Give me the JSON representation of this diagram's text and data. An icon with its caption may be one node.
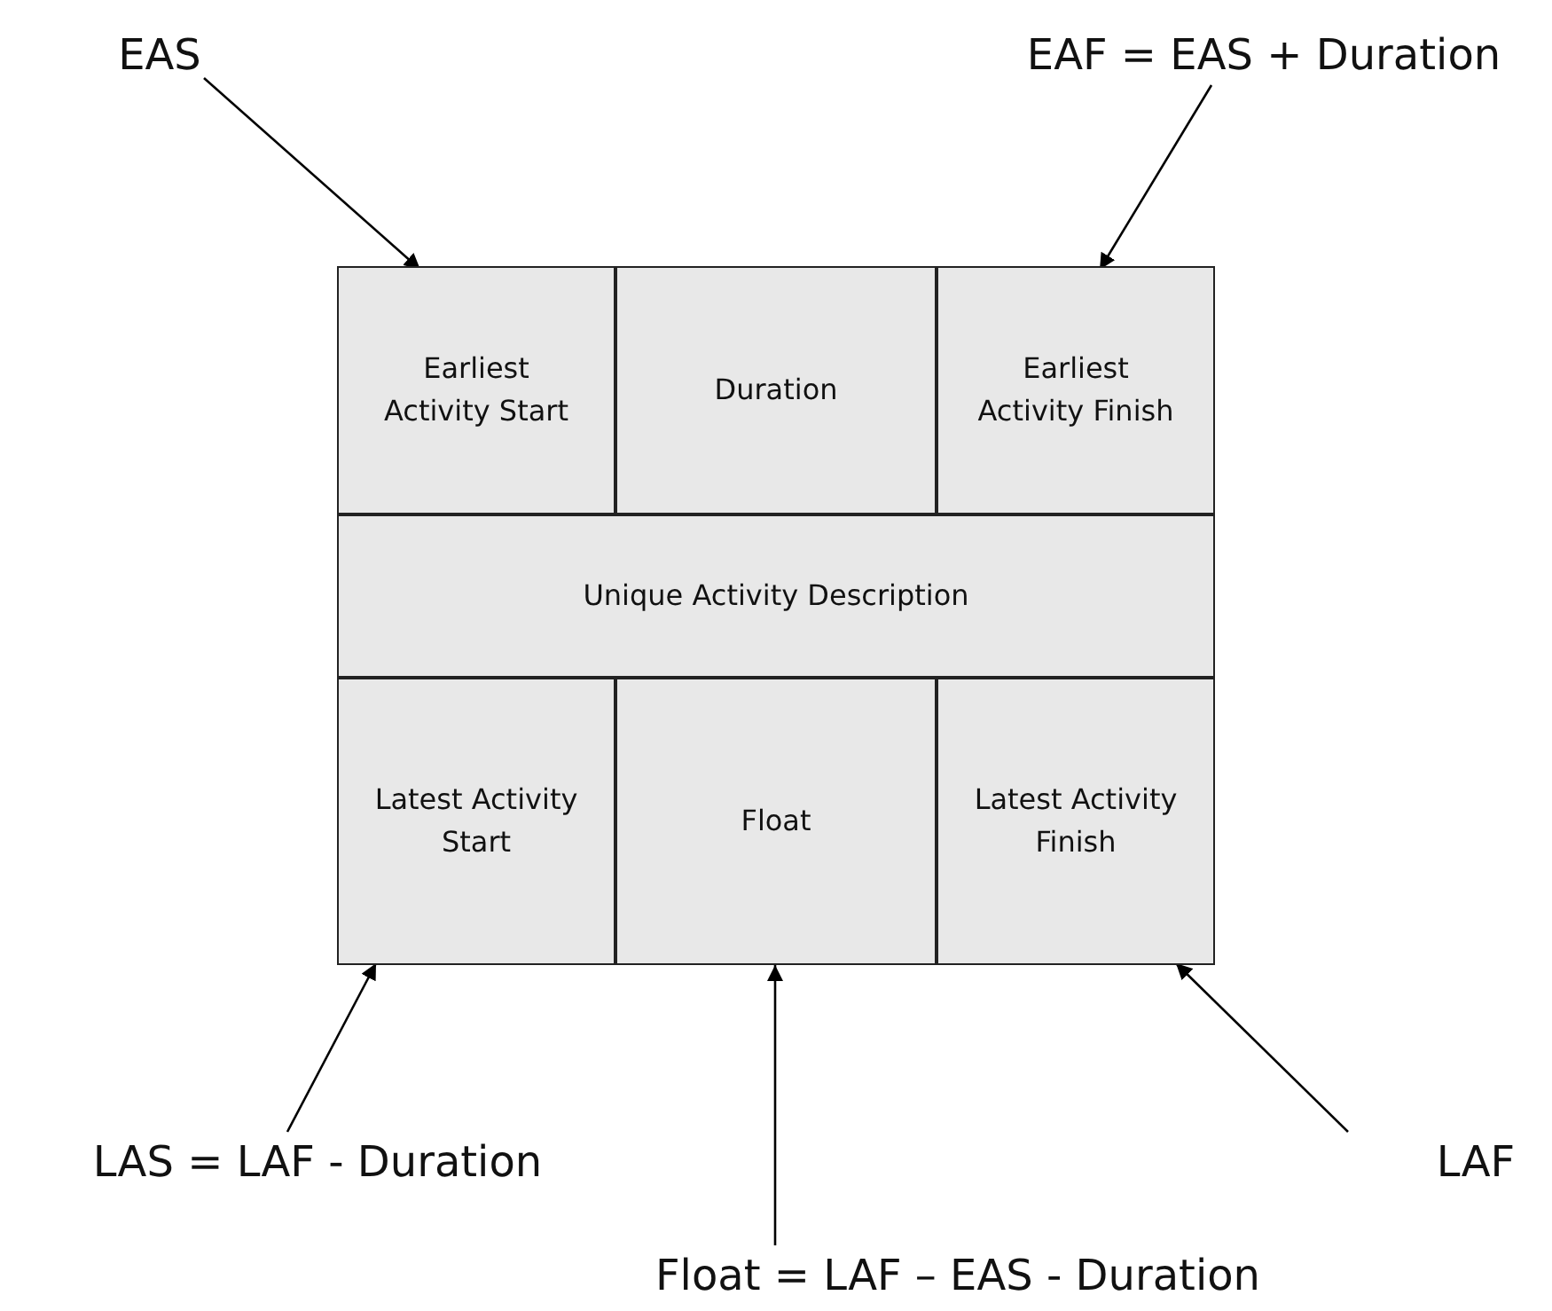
{
  "diagram": {
    "nodes": [
      {
        "text": [
          "EAS"
        ]
      },
      {
        "text": [
          "EAF = EAS + Duration"
        ]
      },
      {
        "text": [
          "Earliest Activity Start"
        ]
      },
      {
        "text": [
          "Duration"
        ]
      },
      {
        "text": [
          "Earliest Activity Finish"
        ]
      },
      {
        "text": [
          "Unique Activity Description"
        ]
      },
      {
        "text": [
          "Latest Activity Start"
        ]
      },
      {
        "text": [
          "Float"
        ]
      },
      {
        "text": [
          "Latest Activity Finish"
        ]
      },
      {
        "text": [
          "LAS = LAF - Duration"
        ]
      },
      {
        "text": [
          "LAF"
        ]
      },
      {
        "text": [
          "Float = LAF – EAS - Duration"
        ]
      }
    ],
    "edges": [
      {
        "from": 0,
        "to": 2,
        "arrow": "to"
      },
      {
        "from": 1,
        "to": 4,
        "arrow": "to"
      },
      {
        "from": 9,
        "to": 6,
        "arrow": "to"
      },
      {
        "from": 11,
        "to": 7,
        "arrow": "to"
      },
      {
        "from": 10,
        "to": 8,
        "arrow": "to"
      }
    ]
  }
}
